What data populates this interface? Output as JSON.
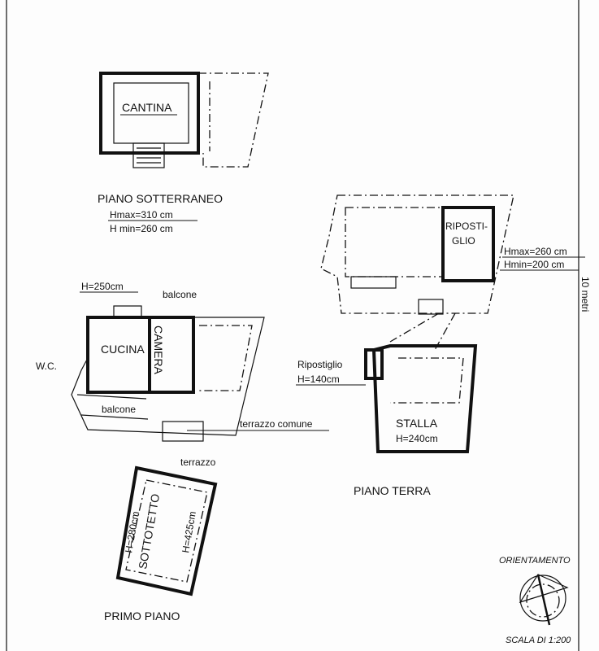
{
  "sotterraneo": {
    "room": "CANTINA",
    "title": "PIANO SOTTERRANEO",
    "hmax": "Hmax=310 cm",
    "hmin": "H min=260 cm"
  },
  "terra": {
    "ripostiglio_1": "RIPOSTI-",
    "ripostiglio_2": "GLIO",
    "hmax": "Hmax=260 cm",
    "hmin": "Hmin=200 cm",
    "ripostiglio_small": "Ripostiglio",
    "ripostiglio_small_h": "H=140cm",
    "stalla": "STALLA",
    "stalla_h": "H=240cm",
    "title": "PIANO TERRA"
  },
  "primo": {
    "h_balcone": "H=250cm",
    "balcone_top": "balcone",
    "cucina": "CUCINA",
    "camera": "CAMERA",
    "wc": "W.C.",
    "balcone_bottom": "balcone",
    "terrazzo_comune": "terrazzo comune",
    "terrazzo": "terrazzo",
    "sottotetto": "SOTTOTETTO",
    "h280": "H=280cm",
    "h425": "H=425cm",
    "title": "PRIMO PIANO"
  },
  "scale_bar_label": "10 metri",
  "orientamento": "ORIENTAMENTO",
  "scala": "SCALA DI 1:200"
}
